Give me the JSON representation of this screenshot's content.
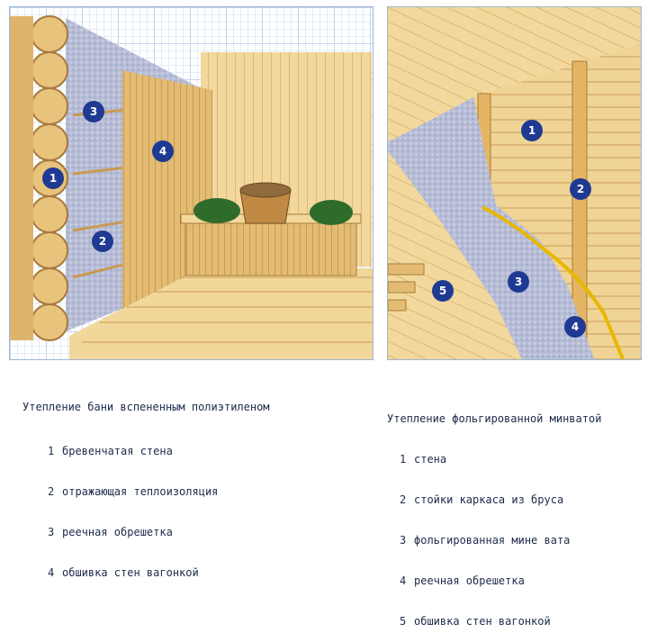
{
  "left_diagram": {
    "markers": [
      "1",
      "2",
      "3",
      "4"
    ],
    "caption_title": "Утепление бани вспененным полиэтиленом",
    "legend": [
      {
        "num": "1",
        "text": "бревенчатая стена"
      },
      {
        "num": "2",
        "text": "отражающая теплоизоляция"
      },
      {
        "num": "3",
        "text": "реечная обрешетка"
      },
      {
        "num": "4",
        "text": "обшивка стен вагонкой"
      }
    ]
  },
  "right_diagram": {
    "markers": [
      "1",
      "2",
      "3",
      "4",
      "5"
    ],
    "caption_title": "Утепление фольгированной минватой",
    "legend": [
      {
        "num": "1",
        "text": "стена"
      },
      {
        "num": "2",
        "text": "стойки каркаса из бруса"
      },
      {
        "num": "3",
        "text": "фольгированная мине вата"
      },
      {
        "num": "4",
        "text": "реечная обрешетка"
      },
      {
        "num": "5",
        "text": "обшивка стен вагонкой"
      }
    ]
  },
  "colors": {
    "wood_light": "#f1d79a",
    "wood_mid": "#e7c27a",
    "wood_dark": "#c99a52",
    "insulation": "#b9bfd6",
    "marker_fill": "#1f3a93",
    "grid": "#c5d6ec"
  }
}
